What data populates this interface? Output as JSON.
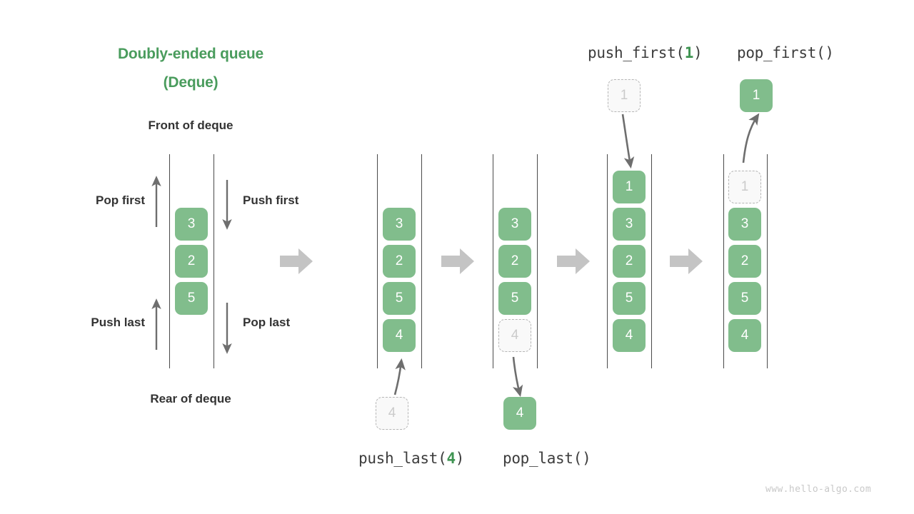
{
  "page": {
    "title_line1": "Doubly-ended queue",
    "title_line2": "(Deque)",
    "title_color": "#4a9c5d",
    "cell_color": "#81bd8c",
    "ghost_color": "#cbcbcb",
    "watermark": "www.hello-algo.com"
  },
  "labels": {
    "front": "Front of deque",
    "rear": "Rear of deque",
    "pop_first": "Pop first",
    "push_first": "Push first",
    "push_last": "Push last",
    "pop_last": "Pop last"
  },
  "operations": {
    "push_first": {
      "name": "push_first(",
      "arg": "1",
      "close": ")"
    },
    "pop_first": {
      "name": "pop_first()",
      "arg": "",
      "close": ""
    },
    "push_last": {
      "name": "push_last(",
      "arg": "4",
      "close": ")"
    },
    "pop_last": {
      "name": "pop_last()",
      "arg": "",
      "close": ""
    }
  },
  "stacks": [
    {
      "id": "initial-deque",
      "cells": [
        {
          "value": "3",
          "state": "filled"
        },
        {
          "value": "2",
          "state": "filled"
        },
        {
          "value": "5",
          "state": "filled"
        }
      ]
    },
    {
      "id": "after-push-last",
      "cells": [
        {
          "value": "3",
          "state": "filled"
        },
        {
          "value": "2",
          "state": "filled"
        },
        {
          "value": "5",
          "state": "filled"
        },
        {
          "value": "4",
          "state": "filled"
        }
      ]
    },
    {
      "id": "before-pop-last",
      "cells": [
        {
          "value": "3",
          "state": "filled"
        },
        {
          "value": "2",
          "state": "filled"
        },
        {
          "value": "5",
          "state": "filled"
        },
        {
          "value": "4",
          "state": "ghost"
        }
      ]
    },
    {
      "id": "after-push-first",
      "cells": [
        {
          "value": "1",
          "state": "filled"
        },
        {
          "value": "3",
          "state": "filled"
        },
        {
          "value": "2",
          "state": "filled"
        },
        {
          "value": "5",
          "state": "filled"
        },
        {
          "value": "4",
          "state": "filled"
        }
      ]
    },
    {
      "id": "before-pop-first",
      "cells": [
        {
          "value": "1",
          "state": "ghost"
        },
        {
          "value": "3",
          "state": "filled"
        },
        {
          "value": "2",
          "state": "filled"
        },
        {
          "value": "5",
          "state": "filled"
        },
        {
          "value": "4",
          "state": "filled"
        }
      ]
    }
  ],
  "floating_cells": {
    "push_last_input": {
      "value": "4",
      "state": "ghost"
    },
    "pop_last_output": {
      "value": "4",
      "state": "filled"
    },
    "push_first_input": {
      "value": "1",
      "state": "ghost"
    },
    "pop_first_output": {
      "value": "1",
      "state": "filled"
    }
  }
}
